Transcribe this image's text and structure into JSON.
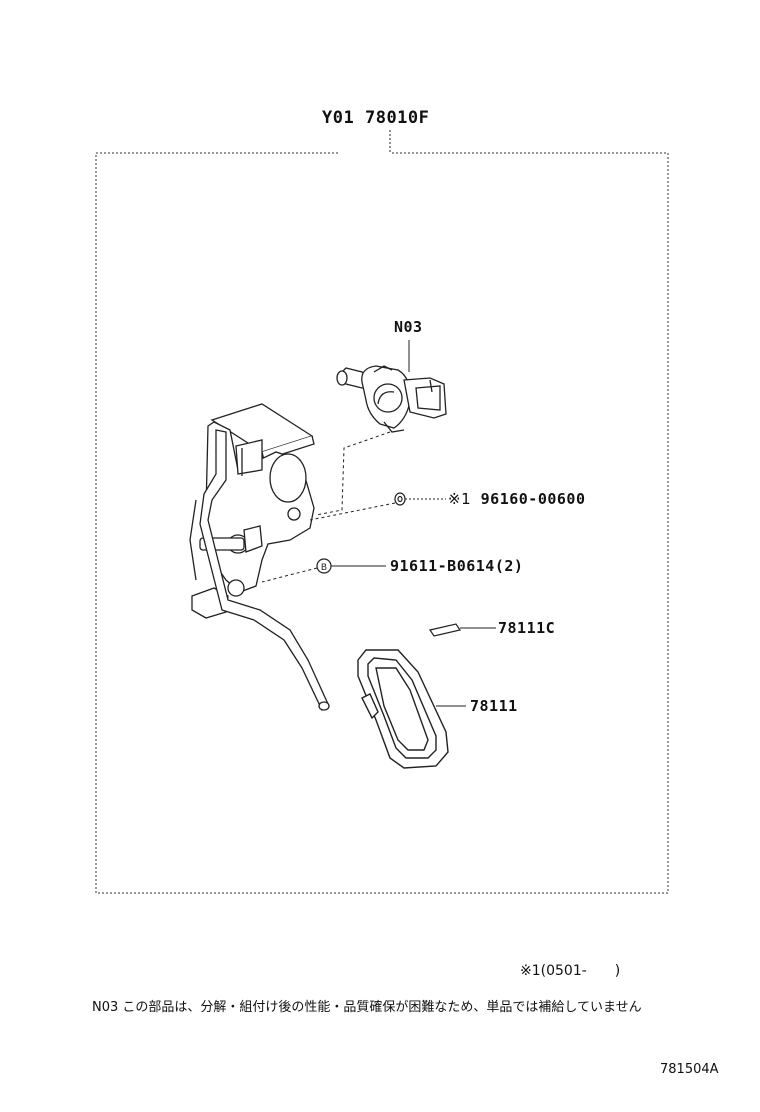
{
  "assembly": {
    "id": "Y01",
    "part_number": "78010F"
  },
  "parts": {
    "sensor": {
      "code": "N03"
    },
    "washer": {
      "mark": "※1",
      "part_number": "96160-00600"
    },
    "bolt": {
      "symbol": "B",
      "part_number": "91611-B0614",
      "qty": "(2)"
    },
    "pin": {
      "part_number": "78111C"
    },
    "pedal_pad": {
      "part_number": "78111"
    }
  },
  "footnote": {
    "mark": "※1",
    "range": "(0501-　　)"
  },
  "note": "N03 この部品は、分解・組付け後の性能・品質確保が困難なため、単品では補給していません",
  "figure_code": "781504A"
}
